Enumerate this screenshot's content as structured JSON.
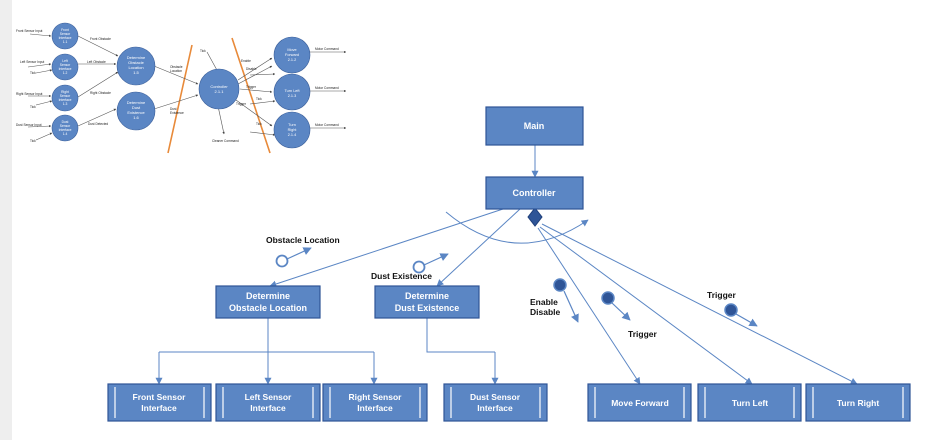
{
  "structure_chart": {
    "main": "Main",
    "controller": "Controller",
    "determine_obstacle": [
      "Determine",
      "Obstacle Location"
    ],
    "determine_dust": [
      "Determine",
      "Dust Existence"
    ],
    "modules": {
      "front_sensor": [
        "Front Sensor",
        "Interface"
      ],
      "left_sensor": [
        "Left Sensor",
        "Interface"
      ],
      "right_sensor": [
        "Right Sensor",
        "Interface"
      ],
      "dust_sensor": [
        "Dust Sensor",
        "Interface"
      ],
      "move_forward": "Move Forward",
      "turn_left": "Turn Left",
      "turn_right": "Turn Right"
    },
    "couples": {
      "obstacle_location": "Obstacle Location",
      "dust_existence": "Dust Existence",
      "enable": "Enable",
      "disable": "Disable",
      "trigger_1": "Trigger",
      "trigger_2": "Trigger"
    }
  },
  "dfd": {
    "inputs": {
      "front": "Front Sensor Input",
      "left": "Left Sensor Input",
      "right": "Right Sensor Input",
      "dust": "Dust Sensor Input",
      "tick_1": "Tick",
      "tick_2": "Tick",
      "tick_3": "Tick"
    },
    "bubbles": {
      "front": [
        "Front",
        "Sensor",
        "Interface",
        "1.1"
      ],
      "left": [
        "Left",
        "Sensor",
        "Interface",
        "1.2"
      ],
      "right": [
        "Right",
        "Sensor",
        "Interface",
        "1.3"
      ],
      "dust": [
        "Dust",
        "Sensor",
        "Interface",
        "1.4"
      ],
      "det_obstacle": [
        "Determine",
        "Obstacle",
        "Location",
        "1.5"
      ],
      "det_dust": [
        "Determine",
        "Dust",
        "Existence",
        "1.6"
      ],
      "controller": [
        "Controller",
        "2.1.1"
      ],
      "move_forward": [
        "Move",
        "Forward",
        "2.1.2"
      ],
      "turn_left": [
        "Turn Left",
        "2.1.3"
      ],
      "turn_right": [
        "Turn",
        "Right",
        "2.1.4"
      ]
    },
    "flows": {
      "front_obstacle": "Front Obstacle",
      "left_obstacle": "Left Obstacle",
      "right_obstacle": "Right Obstacle",
      "dust_detected": "Dust Detected",
      "obstacle_location": [
        "Obstacle",
        "Location"
      ],
      "dust_existence": [
        "Dust",
        "Existence"
      ],
      "tick": "Tick",
      "cleaner_command": "Cleaner Command",
      "enable": "Enable",
      "disable": "Disable",
      "trigger_a": "Trigger",
      "trigger_b": "Trigger",
      "trigger_c": "Trigger",
      "tick_a": "Tick",
      "tick_b": "Tick",
      "motor_1": "Motor Command",
      "motor_2": "Motor Command",
      "motor_3": "Motor Command"
    }
  },
  "colors": {
    "box_fill": "#5b86c4",
    "box_stroke": "#2f5597",
    "bubble_fill": "#5b86c4",
    "line": "#5b86c4",
    "orange": "#e88a3a"
  }
}
